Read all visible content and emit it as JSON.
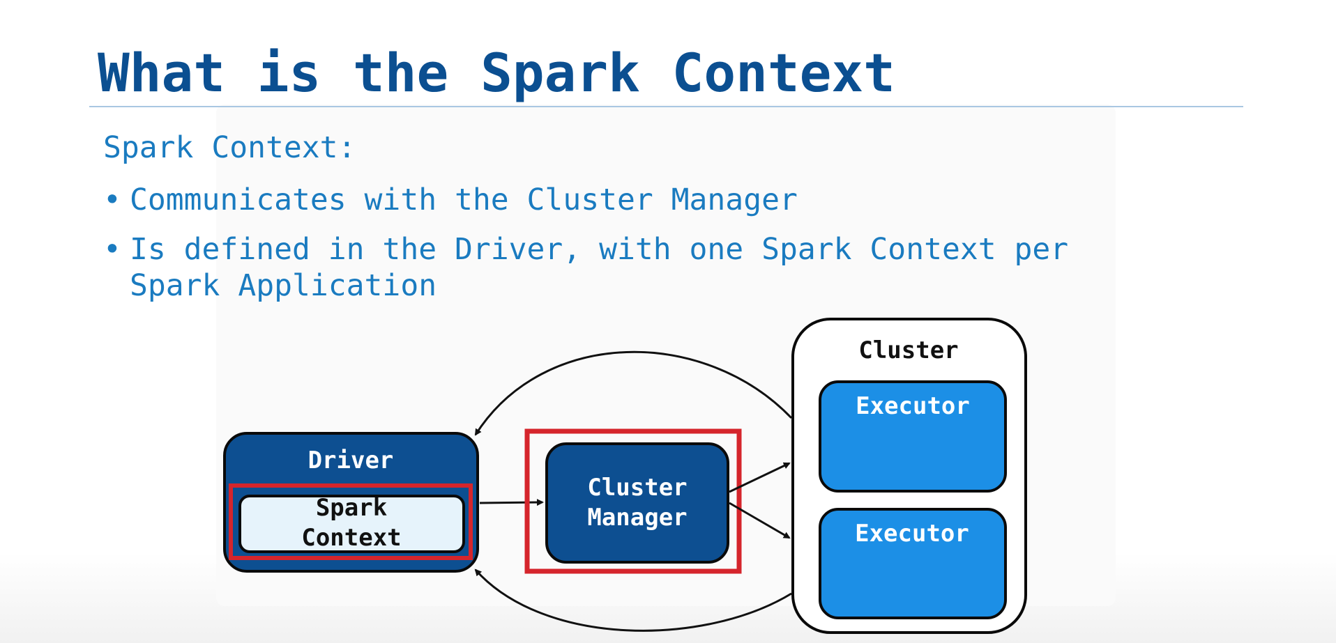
{
  "slide": {
    "title": "What is the Spark Context",
    "subtitle": "Spark Context:",
    "bullets": [
      {
        "text": "Communicates with the Cluster Manager"
      },
      {
        "text_line1": "Is defined in the Driver, with one Spark Context per",
        "text_line2": "Spark Application"
      }
    ]
  },
  "diagram": {
    "driver": {
      "label": "Driver"
    },
    "spark_context": {
      "line1": "Spark",
      "line2": "Context"
    },
    "cluster_manager": {
      "line1": "Cluster",
      "line2": "Manager"
    },
    "cluster": {
      "label": "Cluster",
      "executors": [
        {
          "label": "Executor"
        },
        {
          "label": "Executor"
        }
      ]
    },
    "colors": {
      "title": "#0b4f91",
      "body_text": "#1a7bc0",
      "dark_blue": "#0d4f91",
      "light_blue": "#1c8fe6",
      "context_fill": "#e6f3fb",
      "highlight": "#d5252c"
    }
  }
}
